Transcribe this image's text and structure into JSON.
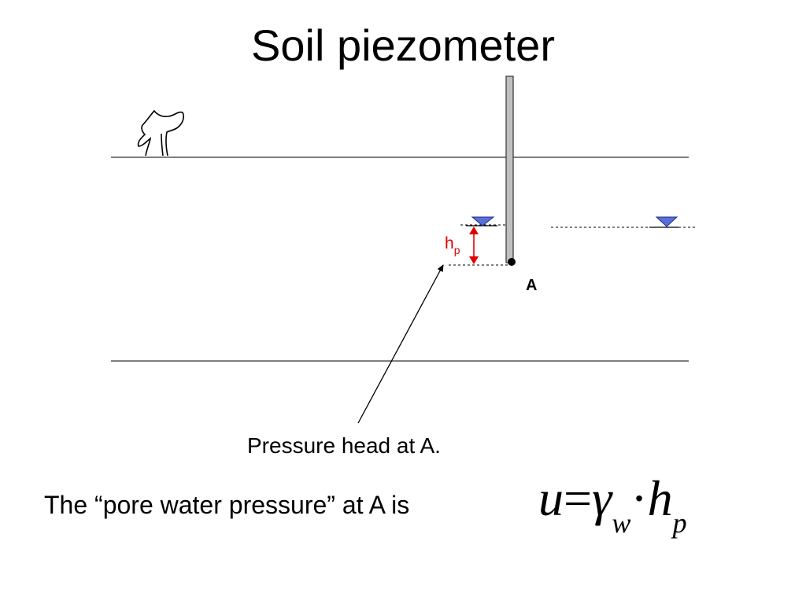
{
  "title": "Soil piezometer",
  "point_label": "A",
  "hp_label": {
    "base": "h",
    "sub": "p"
  },
  "caption": "Pressure head at A.",
  "statement": "The “pore water pressure” at A is",
  "formula": {
    "lhs": "u",
    "equals": "=",
    "gamma": "γ",
    "gamma_sub": "w",
    "dot": "·",
    "h": "h",
    "h_sub": "p"
  },
  "colors": {
    "water_marker": "#5b6fd8",
    "pipe_fill": "#c0c0c0",
    "hp_arrow": "#e00000"
  }
}
